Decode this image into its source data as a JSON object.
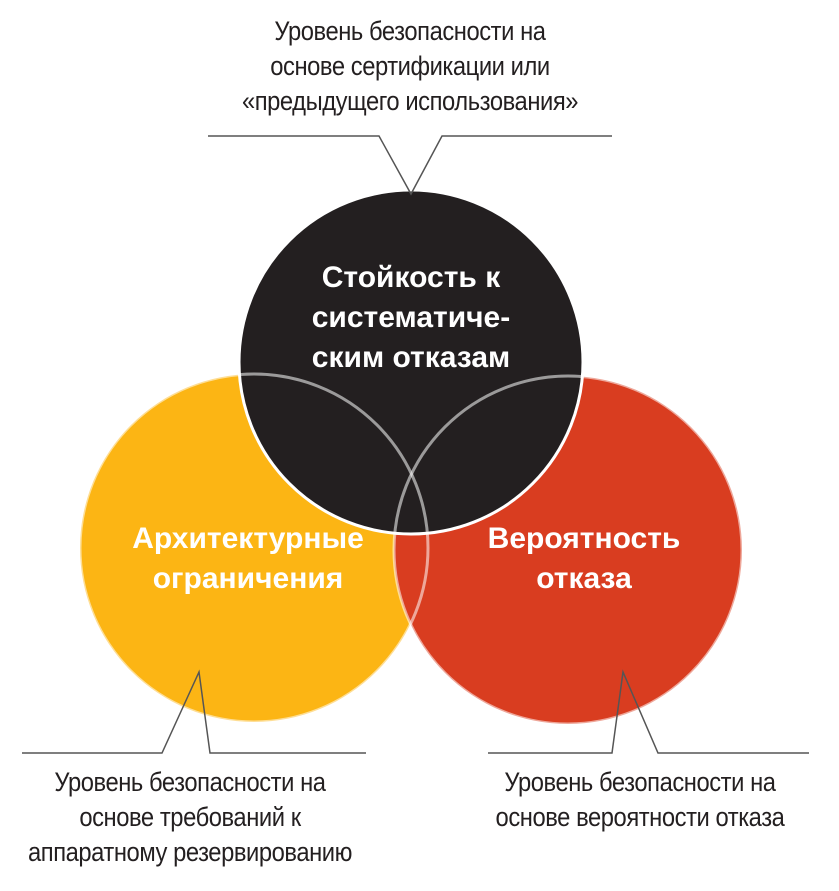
{
  "colors": {
    "black_circle": "#231f20",
    "yellow_circle": "#fcb514",
    "red_circle": "#d93d20",
    "outline": "#ffffff",
    "line": "#555555"
  },
  "circles": {
    "top": {
      "lines": [
        "Стойкость к",
        "систематиче-",
        "ским отказам"
      ]
    },
    "left": {
      "lines": [
        "Архитектурные",
        "ограничения"
      ]
    },
    "right": {
      "lines": [
        "Вероятность",
        "отказа"
      ]
    }
  },
  "callouts": {
    "top": {
      "lines": [
        "Уровень безопасности на",
        "основе сертификации или",
        "«предыдущего использования»"
      ]
    },
    "left": {
      "lines": [
        "Уровень безопасности на",
        "основе требований к",
        "аппаратному резервированию"
      ]
    },
    "right": {
      "lines": [
        "Уровень безопасности на",
        "основе вероятности отказа"
      ]
    }
  }
}
